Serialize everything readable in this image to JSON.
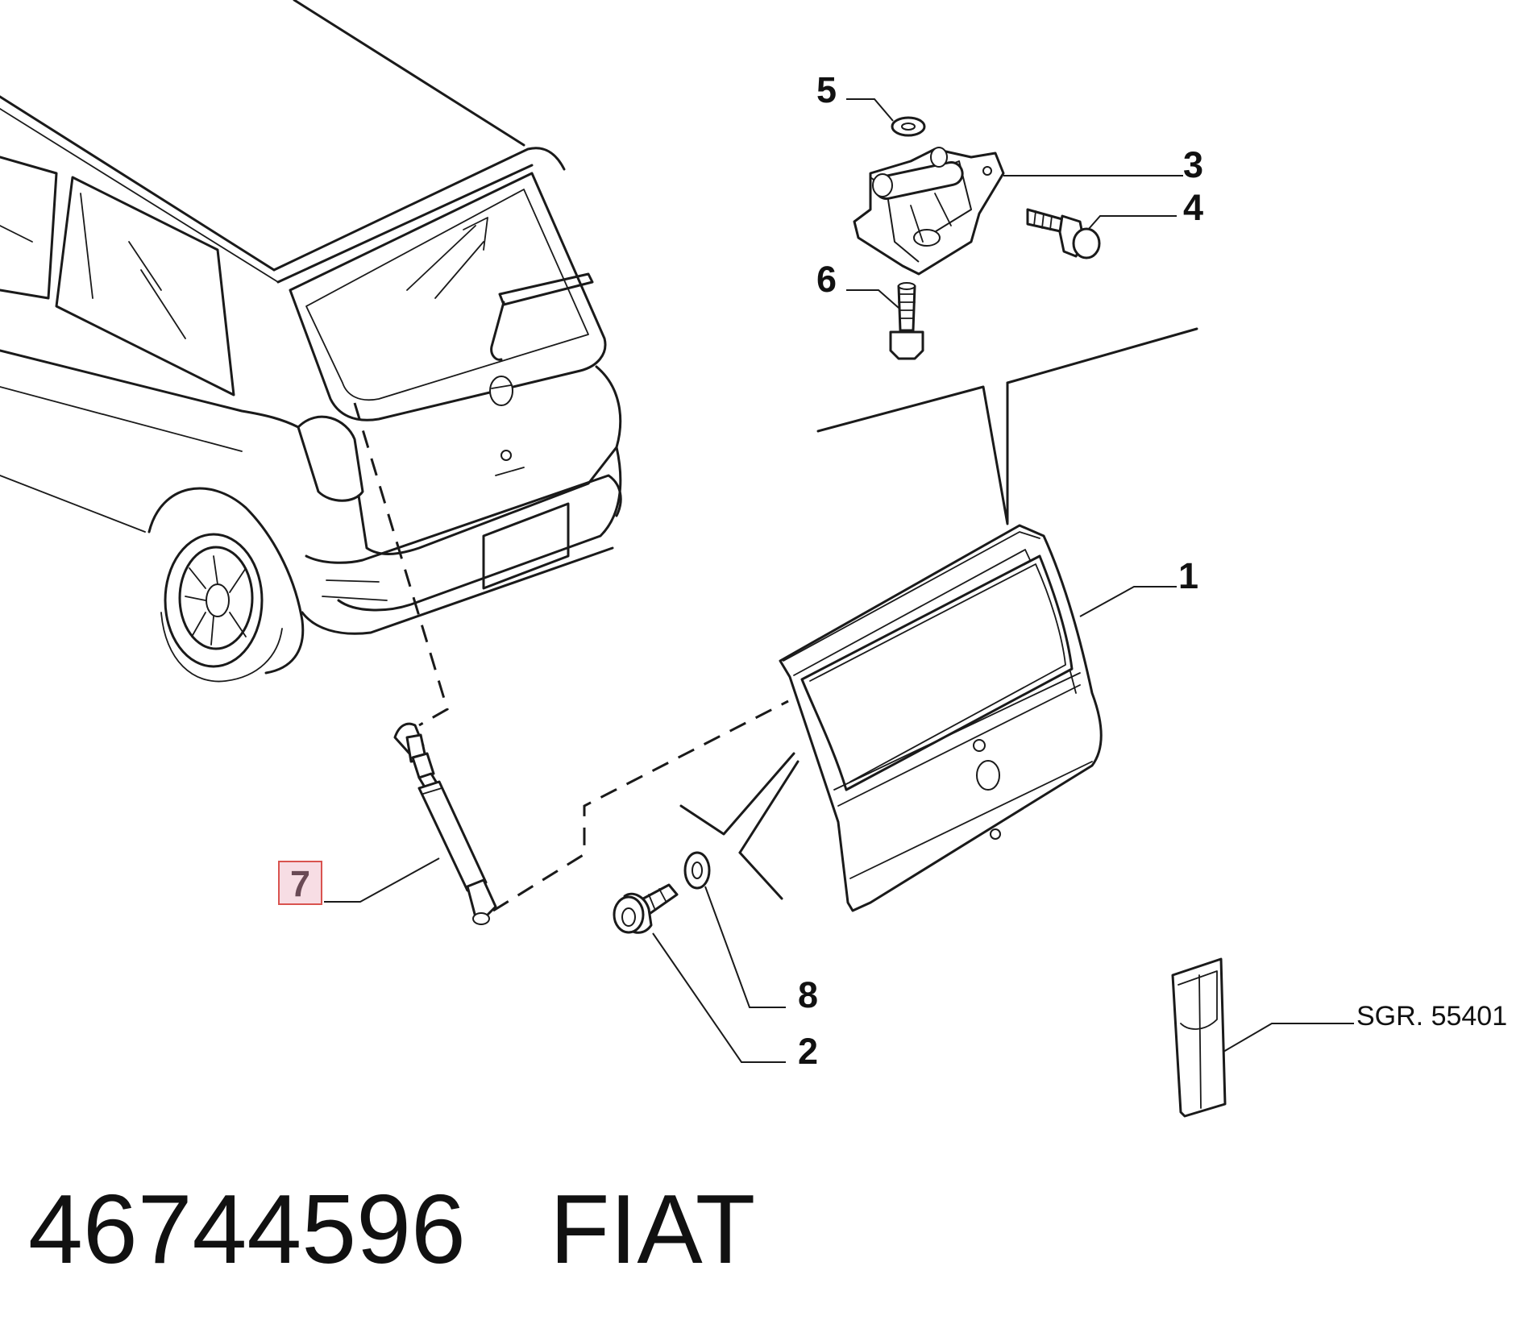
{
  "diagram": {
    "callouts": [
      {
        "id": "1",
        "label": "1"
      },
      {
        "id": "2",
        "label": "2"
      },
      {
        "id": "3",
        "label": "3"
      },
      {
        "id": "4",
        "label": "4"
      },
      {
        "id": "5",
        "label": "5"
      },
      {
        "id": "6",
        "label": "6"
      },
      {
        "id": "7",
        "label": "7",
        "highlighted": true
      },
      {
        "id": "8",
        "label": "8"
      }
    ],
    "reference_label": "SGR. 55401",
    "highlight_color": "#f7dde4",
    "highlight_border": "#d9534f"
  },
  "footer": {
    "part_number": "46744596",
    "brand": "FIAT"
  }
}
